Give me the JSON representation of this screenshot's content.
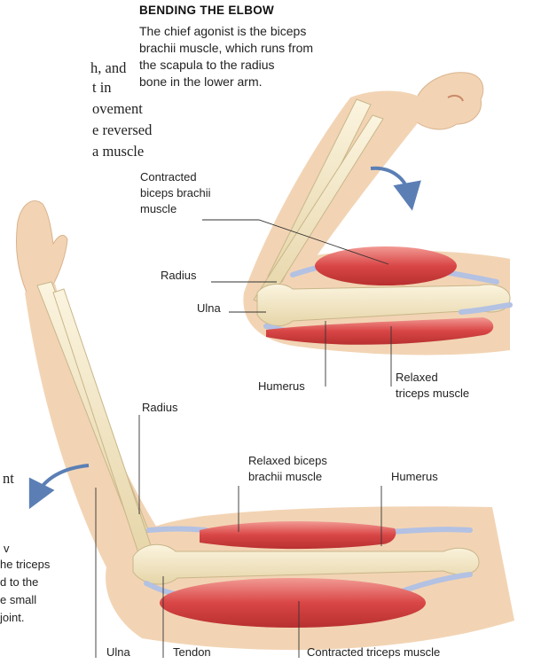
{
  "heading": "BENDING THE ELBOW",
  "intro_lines": [
    "The chief agonist is the biceps",
    "brachii muscle, which runs from",
    "the scapula to the radius",
    "bone in the lower arm."
  ],
  "left_column_fragments": {
    "top": [
      "h, and",
      "t in",
      "ovement",
      "e reversed",
      "a muscle"
    ],
    "mid": [
      "nt"
    ],
    "bottom": [
      "v",
      "he triceps",
      "d to the",
      "e small",
      "joint."
    ]
  },
  "upper_labels": {
    "contracted_biceps": [
      "Contracted",
      "biceps brachii",
      "muscle"
    ],
    "radius": "Radius",
    "ulna": "Ulna",
    "humerus": "Humerus",
    "relaxed_triceps": [
      "Relaxed",
      "triceps muscle"
    ]
  },
  "lower_labels": {
    "radius": "Radius",
    "relaxed_biceps": [
      "Relaxed biceps",
      "brachii muscle"
    ],
    "humerus": "Humerus",
    "ulna": "Ulna",
    "tendon": "Tendon",
    "contracted_triceps": "Contracted triceps muscle"
  },
  "colors": {
    "skin": "#f2d4b4",
    "skin_shade": "#e8bd95",
    "bone": "#f1e6c8",
    "bone_outline": "#c9b68a",
    "muscle": "#d94b4b",
    "muscle_light": "#ee8a86",
    "tendon": "#b3c1e3",
    "arrow": "#5b7fb5"
  }
}
